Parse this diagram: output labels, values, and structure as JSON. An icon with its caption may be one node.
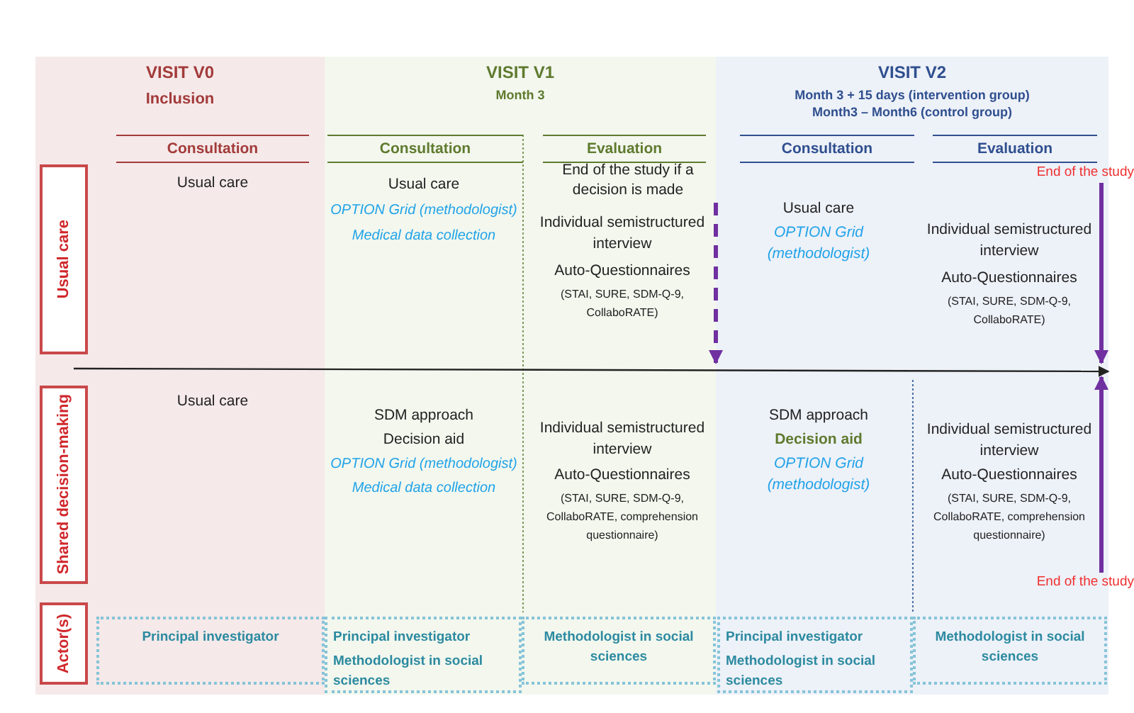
{
  "diagram": {
    "nodes": [
      {
        "text": [
          "VISIT V0",
          "Inclusion"
        ]
      },
      {
        "text": [
          "VISIT V1",
          "Month 3"
        ]
      },
      {
        "text": [
          "VISIT V2",
          "Month 3 + 15 days (intervention group)",
          "Month3 – Month6 (control group)"
        ]
      },
      {
        "text": [
          "Usual care"
        ],
        "in": 0
      },
      {
        "text": [
          "Shared decision-making"
        ],
        "in": 0
      },
      {
        "text": [
          "Actor(s)"
        ],
        "in": 0
      },
      {
        "text": [
          "Principal investigator"
        ],
        "in": 0
      },
      {
        "text": [
          "Principal investigator",
          "Methodologist in social sciences"
        ],
        "in": 1
      },
      {
        "text": [
          "Methodologist in social sciences"
        ],
        "in": 1
      },
      {
        "text": [
          "Principal investigator",
          "Methodologist in social sciences"
        ],
        "in": 2
      },
      {
        "text": [
          "Methodologist in social sciences"
        ],
        "in": 2
      },
      {
        "text": [
          "End of the study if a decision is made"
        ],
        "in": 1
      },
      {
        "text": [
          "End of the study"
        ]
      },
      {
        "text": [
          "End of the study"
        ]
      },
      {
        "text": [],
        "shape": "arrow"
      }
    ],
    "edges": [
      {
        "from": 11,
        "to": 14,
        "arrow": "to",
        "style": "dashed"
      },
      {
        "from": 12,
        "to": 14,
        "arrow": "to"
      },
      {
        "from": 13,
        "to": 14,
        "arrow": "to"
      }
    ],
    "labels": [
      "Consultation",
      "Consultation",
      "Evaluation",
      "Consultation",
      "Evaluation",
      "Usual care",
      "Usual care",
      "OPTION Grid (methodologist)",
      "Medical data collection",
      "Individual semistructured interview",
      "Auto-Questionnaires",
      "(STAI, SURE, SDM-Q-9, CollaboRATE)",
      "Usual care",
      "OPTION Grid (methodologist)",
      "Individual semistructured interview",
      "Auto-Questionnaires",
      "(STAI, SURE, SDM-Q-9, CollaboRATE)",
      "Usual care",
      "SDM approach",
      "Decision aid",
      "OPTION Grid (methodologist)",
      "Medical data collection",
      "Individual semistructured interview",
      "Auto-Questionnaires",
      "(STAI, SURE, SDM-Q-9, CollaboRATE, comprehension questionnaire)",
      "SDM approach",
      "Decision aid",
      "OPTION Grid (methodologist)",
      "Individual semistructured interview",
      "Auto-Questionnaires",
      "(STAI, SURE, SDM-Q-9, CollaboRATE, comprehension questionnaire)"
    ]
  }
}
